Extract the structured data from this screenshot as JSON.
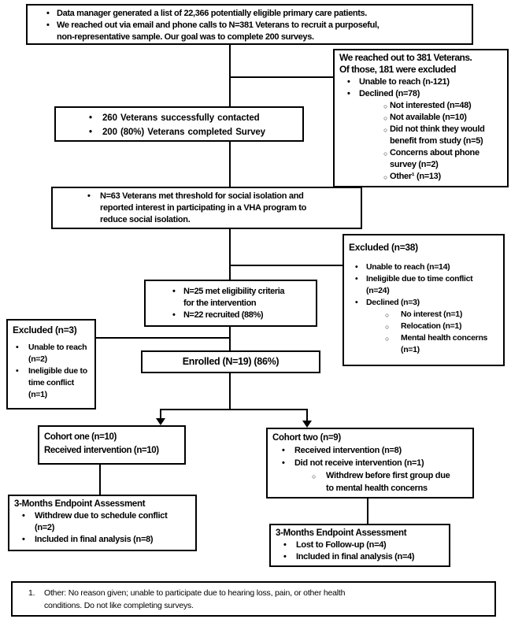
{
  "diagram": {
    "colors": {
      "border": "#000000",
      "background": "#ffffff",
      "text": "#000000"
    },
    "top_box": {
      "items": [
        {
          "level": 1,
          "text": "Data manager generated a list of 22,366 potentially eligible primary care patients."
        },
        {
          "level": 1,
          "text": "We reached out via email and phone calls to N=381 Veterans to recruit a purposeful,\nnon-representative sample. Our goal was to complete 200 surveys."
        }
      ]
    },
    "reach_out_box": {
      "title": "We reached out to 381 Veterans.\nOf those, 181 were excluded",
      "items": [
        {
          "level": 1,
          "text": "Unable to reach (n-121)"
        },
        {
          "level": 1,
          "text": "Declined (n=78)"
        },
        {
          "level": 2,
          "text": "Not interested (n=48)"
        },
        {
          "level": 2,
          "text": "Not available (n=10)"
        },
        {
          "level": 2,
          "text": "Did not think they would\nbenefit from study (n=5)"
        },
        {
          "level": 2,
          "text": "Concerns about phone\nsurvey (n=2)"
        },
        {
          "level": 2,
          "text": "Other¹ (n=13)"
        }
      ]
    },
    "contacted_box": {
      "items": [
        {
          "level": 1,
          "text": "260 Veterans successfully contacted"
        },
        {
          "level": 1,
          "text": "200 (80%) Veterans completed Survey"
        }
      ]
    },
    "threshold_box": {
      "items": [
        {
          "level": 1,
          "text": "N=63 Veterans met threshold for social isolation and\nreported interest in participating in a VHA program to\nreduce social isolation."
        }
      ]
    },
    "excluded38_box": {
      "title": "Excluded (n=38)",
      "items": [
        {
          "level": 1,
          "text": "Unable to reach (n=14)"
        },
        {
          "level": 1,
          "text": "Ineligible due to time conflict\n(n=24)"
        },
        {
          "level": 1,
          "text": "Declined (n=3)"
        },
        {
          "level": 2,
          "text": "No interest (n=1)"
        },
        {
          "level": 2,
          "text": "Relocation (n=1)"
        },
        {
          "level": 2,
          "text": "Mental health concerns\n(n=1)"
        }
      ]
    },
    "eligibility_box": {
      "items": [
        {
          "level": 1,
          "text": "N=25 met eligibility criteria\nfor the intervention"
        },
        {
          "level": 1,
          "text": "N=22 recruited (88%)"
        }
      ]
    },
    "excluded3_box": {
      "title": "Excluded (n=3)",
      "items": [
        {
          "level": 1,
          "text": "Unable to reach\n(n=2)"
        },
        {
          "level": 1,
          "text": "Ineligible due to\ntime conflict\n(n=1)"
        }
      ]
    },
    "enrolled_box": {
      "text": "Enrolled (N=19) (86%)"
    },
    "cohort_one_box": {
      "title": "Cohort one (n=10)",
      "subtitle": "Received intervention (n=10)"
    },
    "cohort_two_box": {
      "title": "Cohort two (n=9)",
      "items": [
        {
          "level": 1,
          "text": "Received intervention (n=8)"
        },
        {
          "level": 1,
          "text": "Did not receive intervention (n=1)"
        },
        {
          "level": 2,
          "text": "Withdrew before first group due\nto mental health concerns"
        }
      ]
    },
    "endpoint_one_box": {
      "title": "3-Months Endpoint Assessment",
      "items": [
        {
          "level": 1,
          "text": "Withdrew due to schedule conflict\n(n=2)"
        },
        {
          "level": 1,
          "text": "Included in final analysis (n=8)"
        }
      ]
    },
    "endpoint_two_box": {
      "title": "3-Months Endpoint Assessment",
      "items": [
        {
          "level": 1,
          "text": "Lost to Follow-up (n=4)"
        },
        {
          "level": 1,
          "text": "Included in final analysis (n=4)"
        }
      ]
    },
    "footnote_box": {
      "marker": "1.",
      "text": "Other: No reason given; unable to participate due to hearing loss, pain, or other health\nconditions. Do not like completing surveys."
    }
  }
}
